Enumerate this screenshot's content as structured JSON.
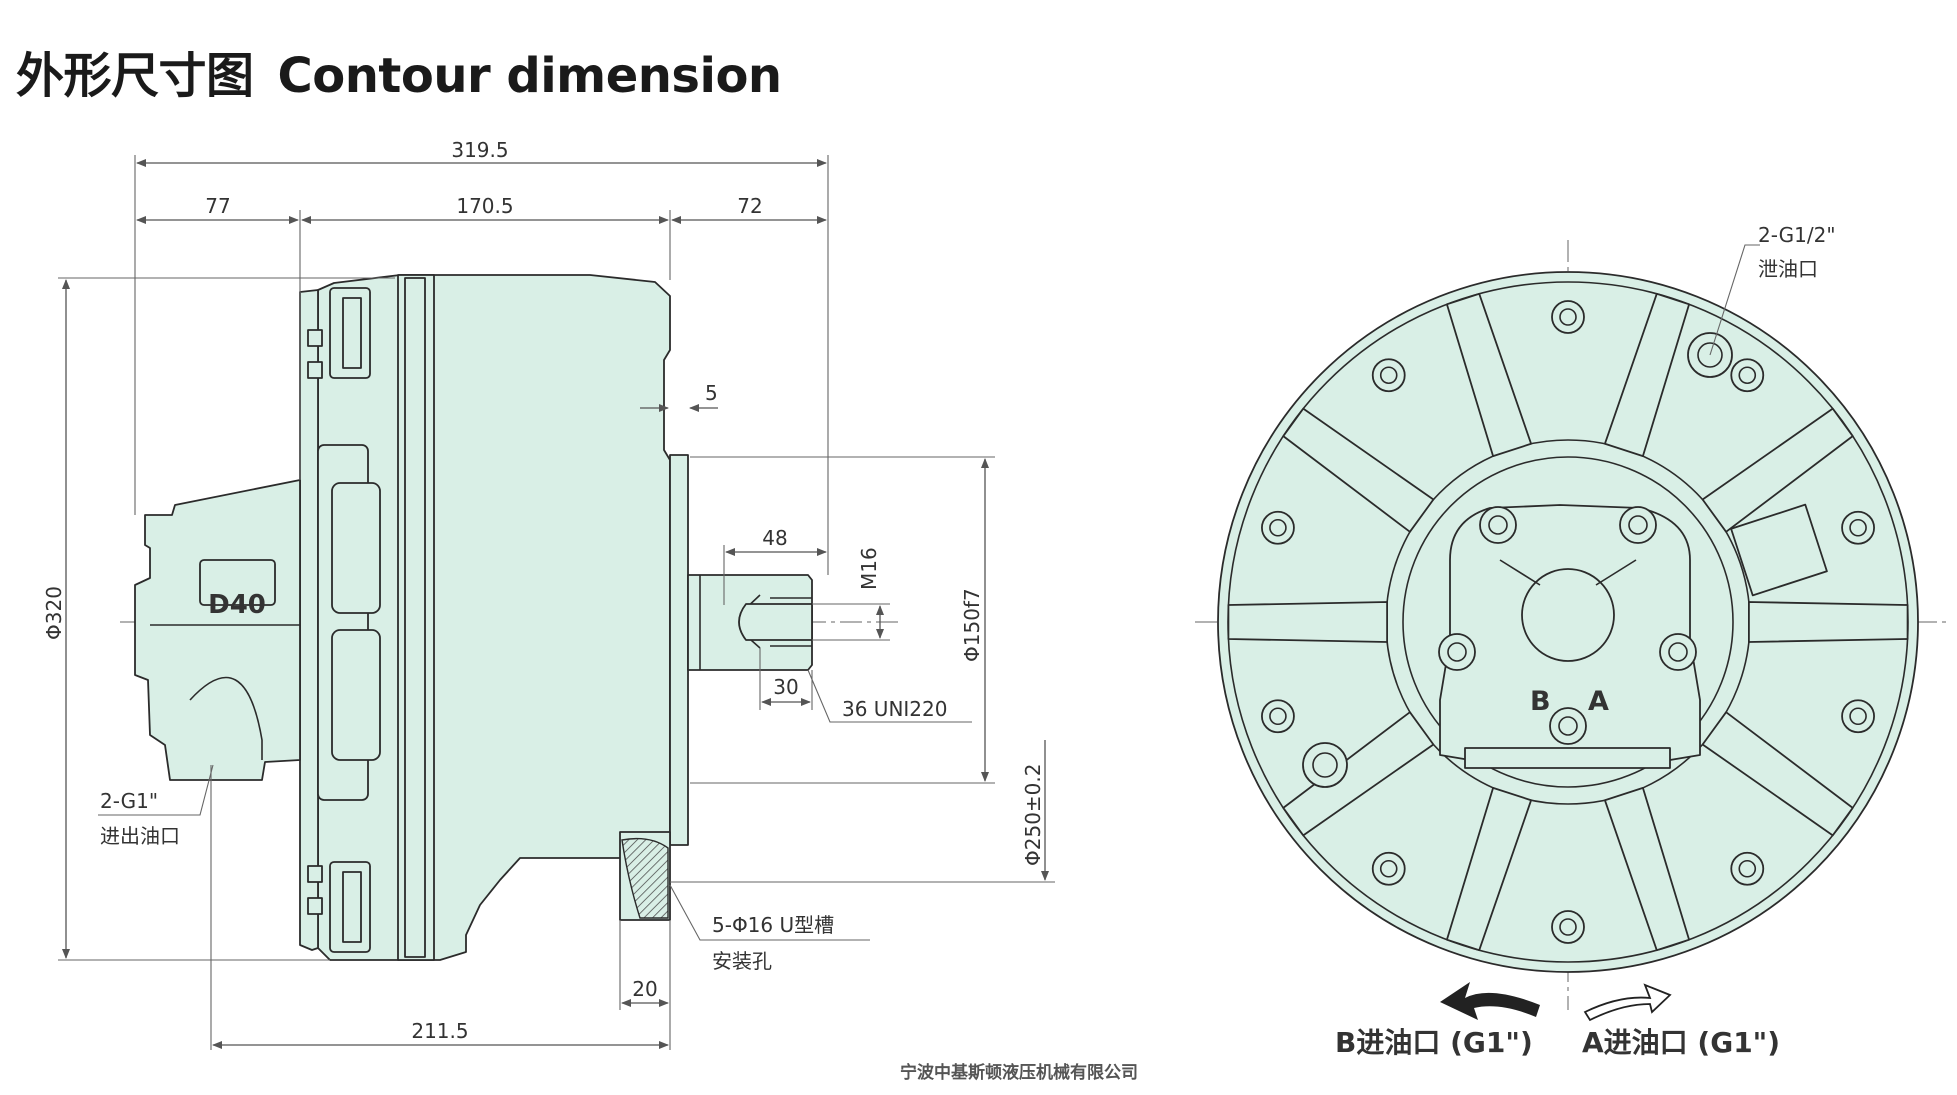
{
  "title": {
    "cn": "外形尺寸图",
    "en": "Contour dimension"
  },
  "side_view": {
    "dimensions": {
      "overall_length": "319.5",
      "d77": "77",
      "d170_5": "170.5",
      "d72": "72",
      "d5": "5",
      "d48": "48",
      "m16": "M16",
      "d30": "30",
      "spline": "36  UNI220",
      "phi150": "Φ150f7",
      "phi250": "Φ250±0.2",
      "phi320": "Φ320",
      "d20": "20",
      "d211_5": "211.5"
    },
    "labels": {
      "valve": "D40",
      "port_code": "2-G1\"",
      "port_name": "进出油口",
      "mount_code": "5-Φ16  U型槽",
      "mount_name": "安装孔"
    }
  },
  "front_view": {
    "drain_code": "2-G1/2\"",
    "drain_name": "泄油口",
    "port_b": "B",
    "port_a": "A",
    "b_inlet": "B进油口 (G1\")",
    "a_inlet": "A进油口 (G1\")"
  },
  "footer": "宁波中基斯顿液压机械有限公司",
  "colors": {
    "body_fill": "#d9efe6",
    "outline": "#2b2b2b",
    "dim_line": "#555555"
  }
}
